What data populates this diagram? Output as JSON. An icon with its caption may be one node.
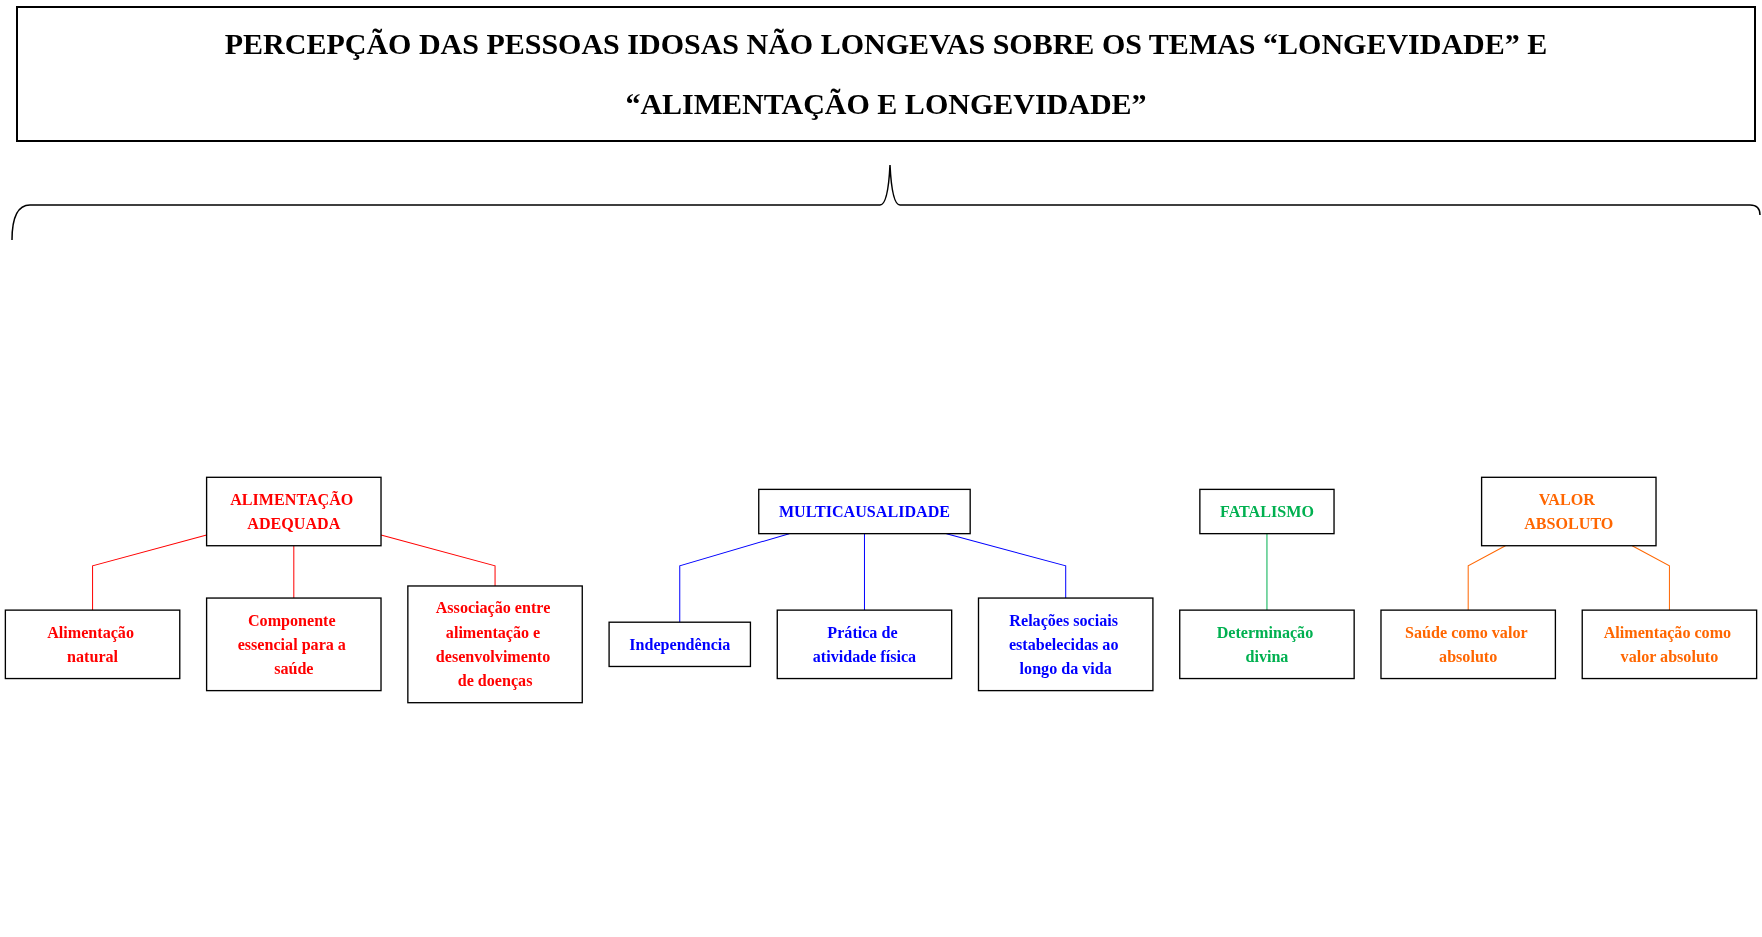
{
  "diagram": {
    "title": "PERCEPÇÃO DAS PESSOAS IDOSAS NÃO LONGEVAS SOBRE OS TEMAS “LONGEVIDADE” E “ALIMENTAÇÃO E LONGEVIDADE”",
    "nodes": [
      {
        "text": [
          "ALIMENTAÇÃO ADEQUADA"
        ]
      },
      {
        "text": [
          "MULTICAUSALIDADE"
        ]
      },
      {
        "text": [
          "FATALISMO"
        ]
      },
      {
        "text": [
          "VALOR ABSOLUTO"
        ]
      },
      {
        "text": [
          "Alimentação natural"
        ]
      },
      {
        "text": [
          "Independência"
        ]
      },
      {
        "text": [
          "Prática de atividade física"
        ]
      },
      {
        "text": [
          "Determinação divina"
        ]
      },
      {
        "text": [
          "Saúde como valor absoluto"
        ]
      },
      {
        "text": [
          "Componente essencial para a saúde"
        ]
      },
      {
        "text": [
          "Relações sociais estabelecidas ao longo da vida"
        ]
      },
      {
        "text": [
          "Alimentação como valor absoluto"
        ]
      },
      {
        "text": [
          "Associação entre alimentação e desenvolvimento de doenças"
        ]
      }
    ],
    "edges": [
      {
        "from": 0,
        "to": 4,
        "arrow": "none",
        "color": "#ff0000"
      },
      {
        "from": 0,
        "to": 9,
        "arrow": "none",
        "color": "#ff0000"
      },
      {
        "from": 0,
        "to": 12,
        "arrow": "none",
        "color": "#ff0000"
      },
      {
        "from": 1,
        "to": 5,
        "arrow": "none",
        "color": "#0000ff"
      },
      {
        "from": 1,
        "to": 6,
        "arrow": "none",
        "color": "#0000ff"
      },
      {
        "from": 1,
        "to": 10,
        "arrow": "none",
        "color": "#0000ff"
      },
      {
        "from": 2,
        "to": 7,
        "arrow": "none",
        "color": "#00b050"
      },
      {
        "from": 3,
        "to": 8,
        "arrow": "none",
        "color": "#ff6600"
      },
      {
        "from": 3,
        "to": 11,
        "arrow": "none",
        "color": "#ff6600"
      }
    ]
  }
}
